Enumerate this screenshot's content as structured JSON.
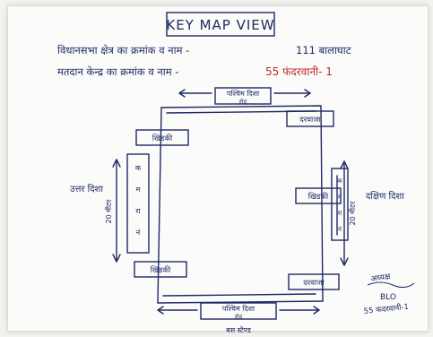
{
  "title": "KEY MAP VIEW",
  "header": {
    "line1_label": "विधानसभा क्षेत्र का क्रमांक व नाम -",
    "line1_value": "111 बालाघाट",
    "line2_label": "मतदान केन्द्र का क्रमांक व नाम -",
    "line2_value": "55 फंदरवानी- 1"
  },
  "map": {
    "top_road": "पश्चिम दिशा",
    "top_road_sub": "रोड",
    "bottom_road": "पश्चिम दिशा",
    "bottom_road_sub": "रोड",
    "bottom_note": "बस स्टैण्ड",
    "left_direction": "उत्तर दिशा",
    "right_direction": "दक्षिण दिशा",
    "left_distance": "20 मीटर",
    "right_distance": "20 मीटर",
    "left_wall_text": [
      "क",
      "म",
      "रा",
      "नं"
    ],
    "right_wall_text": [
      "क",
      "म",
      "रा",
      "नं"
    ],
    "labels": {
      "top_left_window": "खिडकी",
      "top_right_door": "दरवाजा",
      "middle_right_window": "खिडकी",
      "bottom_left_window": "खिडकी",
      "bottom_right_door": "दरवाजा"
    }
  },
  "signature": {
    "text": "अध्यक्ष",
    "role": "BLO",
    "place": "55 फंदरवानी-1"
  },
  "colors": {
    "ink": "#1f2a66",
    "red_ink": "#c0282a",
    "paper": "#fbfbf9"
  }
}
